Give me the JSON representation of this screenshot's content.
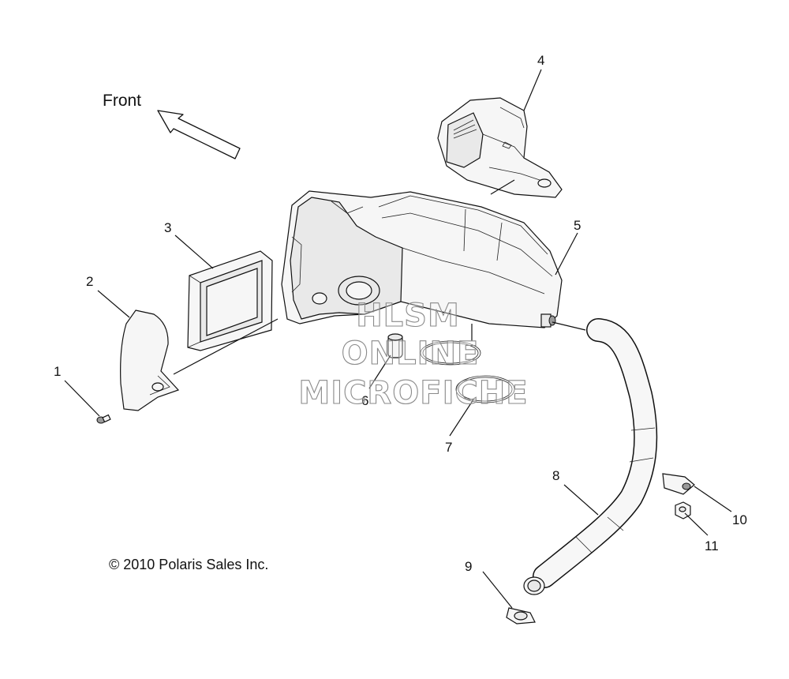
{
  "diagram": {
    "front_label": "Front",
    "copyright": "© 2010 Polaris Sales Inc.",
    "watermark": {
      "line1": "HLSM",
      "line2": "ONLINE",
      "line3": "MICROFICHE"
    },
    "callouts": [
      "1",
      "2",
      "3",
      "4",
      "5",
      "6",
      "7",
      "8",
      "9",
      "10",
      "11"
    ]
  }
}
